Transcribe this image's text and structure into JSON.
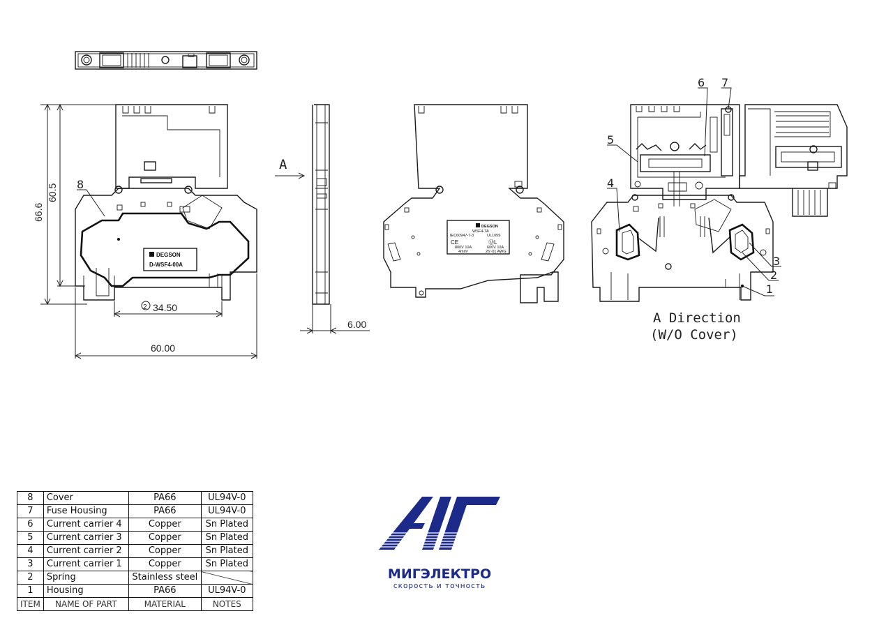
{
  "dimensions": {
    "total_height": "66.6",
    "inner_height": "60.5",
    "span_34": "34.50",
    "span_34_marker": "2",
    "width_60": "60.00",
    "thickness": "6.00"
  },
  "view_label": {
    "arrow": "A",
    "direction_line1": "A Direction",
    "direction_line2": "(W/O Cover)"
  },
  "callouts": [
    "1",
    "2",
    "3",
    "4",
    "5",
    "6",
    "7",
    "8"
  ],
  "labels": {
    "front_brand": "DEGSON",
    "front_model": "D-WSF4-00A",
    "rear_brand": "DEGSON",
    "rear_model": "WSF4-TA",
    "rear_iec": "IEC60947-7-3",
    "rear_ul": "UL1059",
    "rear_left_rating": "800V 10A",
    "rear_left_size": "4mm²",
    "rear_right_rating": "600V 10A",
    "rear_right_awg": "26~01 AWG"
  },
  "bom": {
    "rows": [
      {
        "item": "8",
        "name": "Cover",
        "material": "PA66",
        "notes": "UL94V-0"
      },
      {
        "item": "7",
        "name": "Fuse Housing",
        "material": "PA66",
        "notes": "UL94V-0"
      },
      {
        "item": "6",
        "name": "Current carrier 4",
        "material": "Copper",
        "notes": "Sn Plated"
      },
      {
        "item": "5",
        "name": "Current carrier 3",
        "material": "Copper",
        "notes": "Sn Plated"
      },
      {
        "item": "4",
        "name": "Current carrier 2",
        "material": "Copper",
        "notes": "Sn Plated"
      },
      {
        "item": "3",
        "name": "Current carrier 1",
        "material": "Copper",
        "notes": "Sn Plated"
      },
      {
        "item": "2",
        "name": "Spring",
        "material": "Stainless steel",
        "notes": ""
      },
      {
        "item": "1",
        "name": "Housing",
        "material": "PA66",
        "notes": "UL94V-0"
      }
    ],
    "header": {
      "item": "ITEM",
      "name": "NAME OF PART",
      "material": "MATERIAL",
      "notes": "NOTES"
    }
  },
  "logo": {
    "name": "МИГЭЛЕКТРО",
    "tagline": "скорость и точность",
    "color": "#1c2a8a"
  }
}
